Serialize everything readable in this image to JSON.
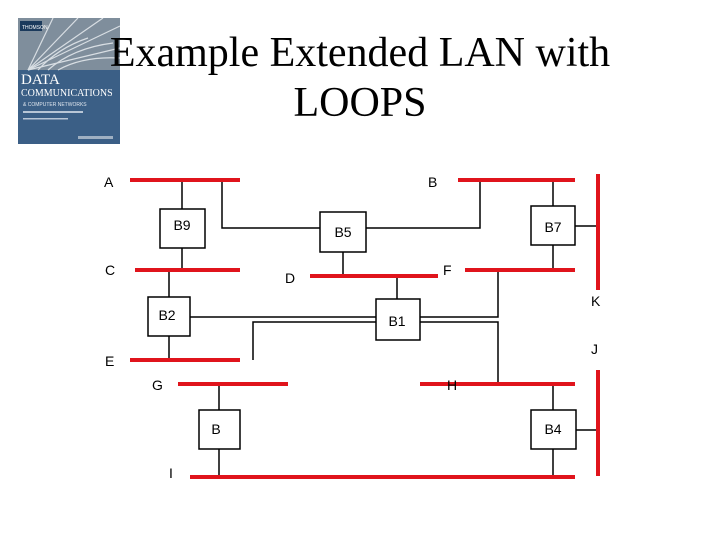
{
  "slide": {
    "title_line1": "Example Extended LAN with",
    "title_line2": "LOOPS"
  },
  "book_cover": {
    "publisher": "THOMSON",
    "title_line1": "DATA",
    "title_line2": "COMMUNICATIONS",
    "title_line3": "& COMPUTER NETWORKS"
  },
  "colors": {
    "lan": "#e0141c",
    "wire": "#000000",
    "bridge_fill": "#ffffff",
    "bridge_stroke": "#000000"
  },
  "lan_labels": {
    "A": "A",
    "B": "B",
    "C": "C",
    "D": "D",
    "E": "E",
    "F": "F",
    "G": "G",
    "H": "H",
    "I": "I",
    "J": "J",
    "K": "K"
  },
  "bridges": {
    "b9": "B9",
    "b5": "B5",
    "b7": "B7",
    "b2": "B2",
    "b1": "B1",
    "b": "B",
    "b4": "B4"
  }
}
